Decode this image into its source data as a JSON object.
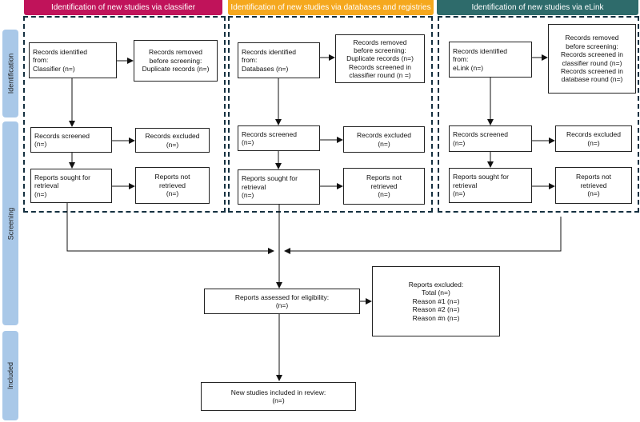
{
  "headers": {
    "classifier": "Identification of new studies via classifier",
    "databases": "Identification of new studies via databases and registries",
    "elink": "Identification of new studies via eLink"
  },
  "colors": {
    "classifier": "#c0135a",
    "databases": "#f5a81e",
    "elink": "#2e6b6b",
    "side": "#a9c8e8"
  },
  "side_labels": {
    "identification": "Identification",
    "screening": "Screening",
    "included": "Included"
  },
  "classifier": {
    "identified": [
      "Records identified",
      "from:",
      "Classifier (n=)"
    ],
    "removed": [
      "Records removed",
      "before screening:",
      "Duplicate records (n=)"
    ],
    "screened": [
      "Records screened",
      "(n=)"
    ],
    "excluded": [
      "Records excluded",
      "(n=)"
    ],
    "sought": [
      "Reports sought for",
      "retrieval",
      "(n=)"
    ],
    "not_retrieved": [
      "Reports not",
      "retrieved",
      "(n=)"
    ]
  },
  "databases": {
    "identified": [
      "Records identified",
      "from:",
      "Databases (n=)"
    ],
    "removed": [
      "Records removed",
      "before screening:",
      "Duplicate records (n=)",
      "Records screened in",
      "classifier round (n =)"
    ],
    "screened": [
      "Records screened",
      "(n=)"
    ],
    "excluded": [
      "Records excluded",
      "(n=)"
    ],
    "sought": [
      "Reports sought for",
      "retrieval",
      "(n=)"
    ],
    "not_retrieved": [
      "Reports not",
      "retrieved",
      "(n=)"
    ]
  },
  "elink": {
    "identified": [
      "Records identified",
      "from:",
      "eLink (n=)"
    ],
    "removed": [
      "Records removed",
      "before screening:",
      "Records screened in",
      "classifier round (n=)",
      "Records screened in",
      "database round (n=)"
    ],
    "screened": [
      "Records screened",
      "(n=)"
    ],
    "excluded": [
      "Records excluded",
      "(n=)"
    ],
    "sought": [
      "Reports sought for",
      "retrieval",
      "(n=)"
    ],
    "not_retrieved": [
      "Reports not",
      "retrieved",
      "(n=)"
    ]
  },
  "eligibility": [
    "Reports assessed for eligibility:",
    "(n=)"
  ],
  "reports_excluded": [
    "Reports excluded:",
    "Total (n=)",
    "Reason #1 (n=)",
    "Reason #2 (n=)",
    "Reason #n (n=)"
  ],
  "included": [
    "New studies included in review:",
    "(n=)"
  ]
}
